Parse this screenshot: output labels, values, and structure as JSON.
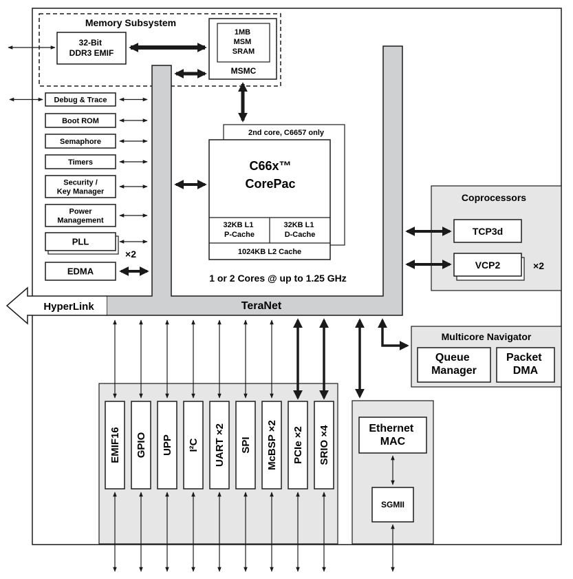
{
  "memory": {
    "title": "Memory Subsystem",
    "ddr": [
      "32-Bit",
      "DDR3 EMIF"
    ],
    "sram": [
      "1MB",
      "MSM",
      "SRAM"
    ],
    "msmc": "MSMC"
  },
  "left_blocks": [
    {
      "id": "debug",
      "label": [
        "Debug & Trace"
      ]
    },
    {
      "id": "bootrom",
      "label": [
        "Boot ROM"
      ]
    },
    {
      "id": "semaphore",
      "label": [
        "Semaphore"
      ]
    },
    {
      "id": "timers",
      "label": [
        "Timers"
      ]
    },
    {
      "id": "security",
      "label": [
        "Security /",
        "Key Manager"
      ]
    },
    {
      "id": "power",
      "label": [
        "Power",
        "Management"
      ]
    },
    {
      "id": "pll",
      "label": [
        "PLL"
      ]
    },
    {
      "id": "edma",
      "label": [
        "EDMA"
      ]
    }
  ],
  "pll_mult": "×2",
  "corepac": {
    "second_core": "2nd core,  C6657 only",
    "title1": "C66x™",
    "title2": "CorePac",
    "l1p": [
      "32KB L1",
      "P-Cache"
    ],
    "l1d": [
      "32KB L1",
      "D-Cache"
    ],
    "l2": "1024KB L2 Cache",
    "caption": "1 or 2 Cores @ up to 1.25 GHz"
  },
  "coprocessors": {
    "title": "Coprocessors",
    "tcp": "TCP3d",
    "vcp": "VCP2",
    "vcp_mult": "×2"
  },
  "bus": {
    "hyperlink": "HyperLink",
    "teranet": "TeraNet"
  },
  "navigator": {
    "title": "Multicore Navigator",
    "queue": [
      "Queue",
      "Manager"
    ],
    "dma": [
      "Packet",
      "DMA"
    ]
  },
  "peripherals": [
    {
      "id": "emif16",
      "label": "EMIF16",
      "heavy": false
    },
    {
      "id": "gpio",
      "label": "GPIO",
      "heavy": false
    },
    {
      "id": "upp",
      "label": "UPP",
      "heavy": false
    },
    {
      "id": "i2c",
      "label": "I²C",
      "heavy": false
    },
    {
      "id": "uart",
      "label": "UART  ×2",
      "heavy": false
    },
    {
      "id": "spi",
      "label": "SPI",
      "heavy": false
    },
    {
      "id": "mcbsp",
      "label": "McBSP  ×2",
      "heavy": false
    },
    {
      "id": "pcie",
      "label": "PCIe  ×2",
      "heavy": true
    },
    {
      "id": "srio",
      "label": "SRIO  ×4",
      "heavy": true
    }
  ],
  "ethernet": {
    "mac": [
      "Ethernet",
      "MAC"
    ],
    "sgmii": "SGMII"
  },
  "colors": {
    "gray_fill": "#e6e6e6",
    "bus_gray": "#cfd0d2",
    "line": "#1a1a1a"
  }
}
